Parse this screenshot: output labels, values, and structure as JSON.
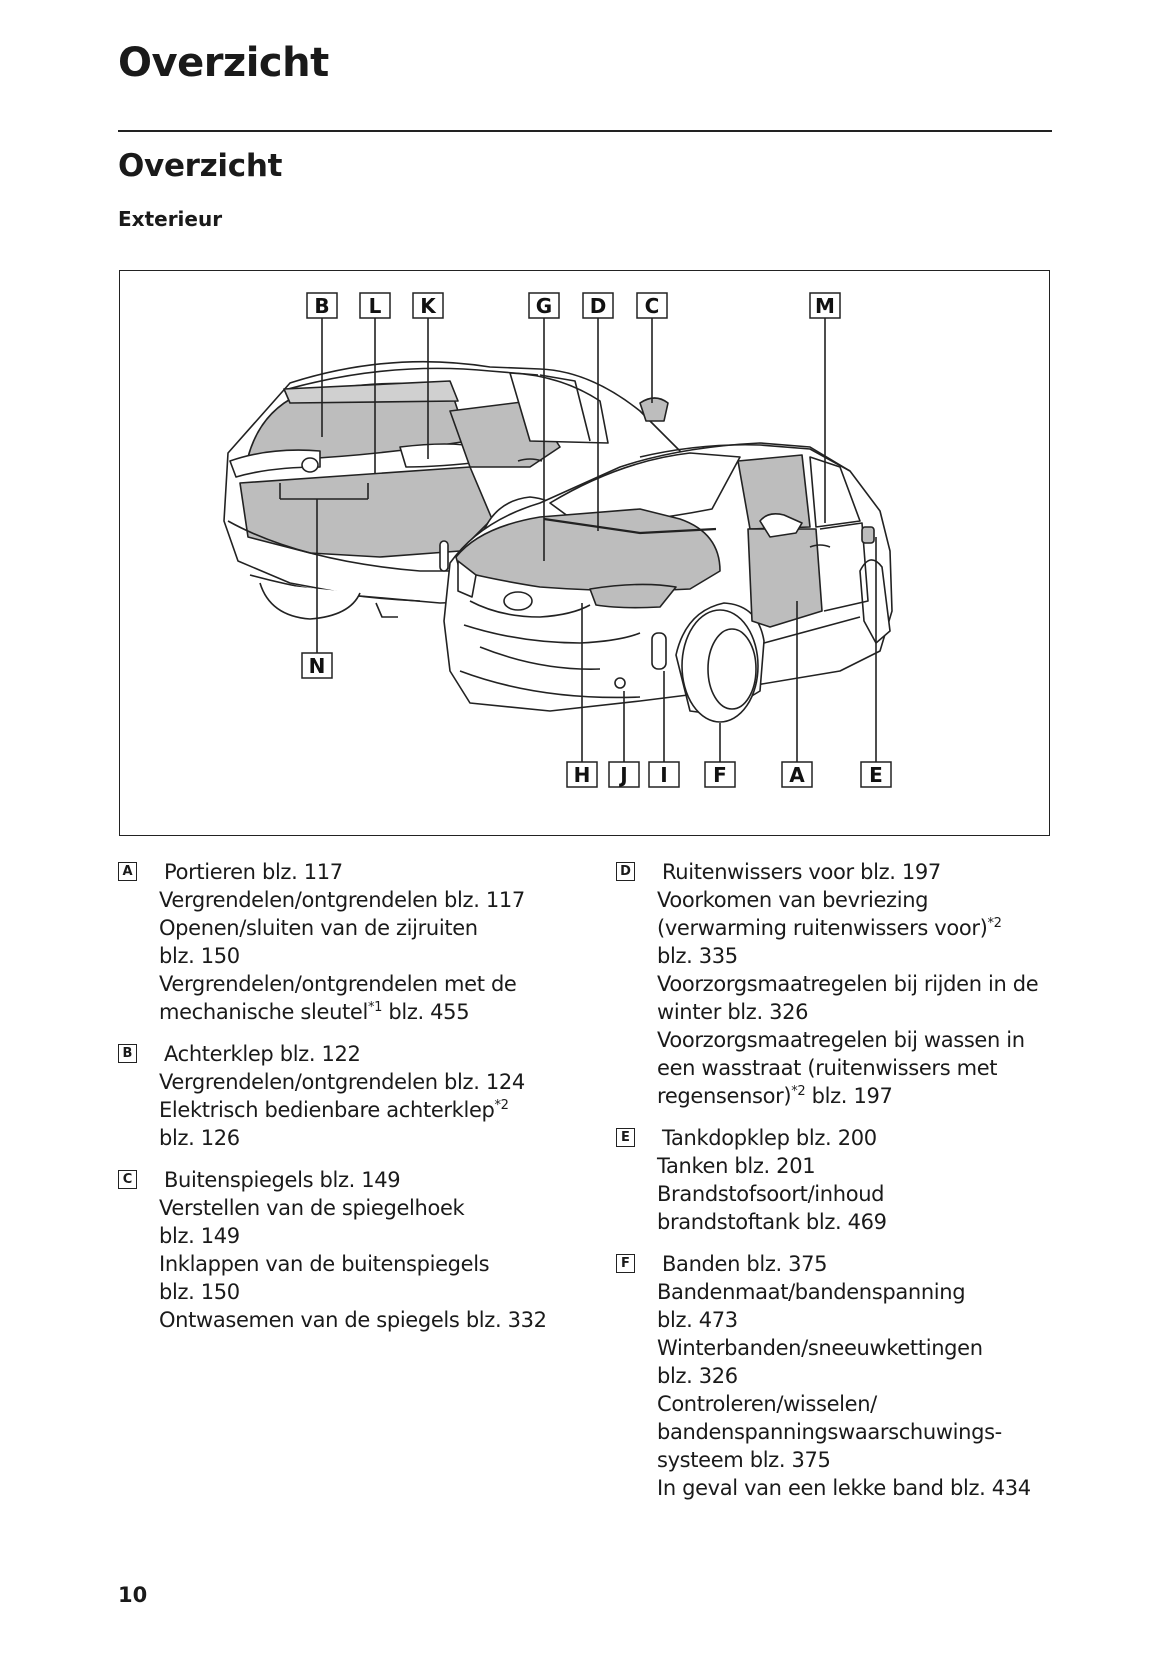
{
  "header": {
    "title": "Overzicht"
  },
  "section": {
    "title": "Overzicht",
    "subtitle": "Exterieur"
  },
  "figure": {
    "callouts_top": [
      "B",
      "L",
      "K",
      "G",
      "D",
      "C",
      "M"
    ],
    "callouts_middle": [
      "N"
    ],
    "callouts_bottom": [
      "H",
      "J",
      "I",
      "F",
      "A",
      "E"
    ]
  },
  "entries_left": [
    {
      "badge": "A",
      "lines": [
        "Portieren blz. 117",
        "Vergrendelen/ontgrendelen blz. 117",
        "Openen/sluiten van de zijruiten",
        "blz. 150",
        "Vergrendelen/ontgrendelen met de",
        "mechanische sleutel",
        "*1",
        " blz. 455"
      ]
    },
    {
      "badge": "B",
      "lines": [
        "Achterklep blz. 122",
        "Vergrendelen/ontgrendelen blz. 124",
        "Elektrisch bedienbare achterklep",
        "*2",
        "blz. 126"
      ]
    },
    {
      "badge": "C",
      "lines": [
        "Buitenspiegels blz. 149",
        "Verstellen van de spiegelhoek",
        "blz. 149",
        "Inklappen van de buitenspiegels",
        "blz. 150",
        "Ontwasemen van de spiegels blz. 332"
      ]
    }
  ],
  "entries_right": [
    {
      "badge": "D",
      "lines": [
        "Ruitenwissers voor blz. 197",
        "Voorkomen van bevriezing",
        "(verwarming ruitenwissers voor)",
        "*2",
        "blz. 335",
        "Voorzorgsmaatregelen bij rijden in de",
        "winter blz. 326",
        "Voorzorgsmaatregelen bij wassen in",
        "een wasstraat (ruitenwissers met",
        "regensensor)",
        "*2",
        " blz. 197"
      ]
    },
    {
      "badge": "E",
      "lines": [
        "Tankdopklep blz. 200",
        "Tanken blz. 201",
        "Brandstofsoort/inhoud",
        "brandstoftank blz. 469"
      ]
    },
    {
      "badge": "F",
      "lines": [
        "Banden blz. 375",
        "Bandenmaat/bandenspanning",
        "blz. 473",
        "Winterbanden/sneeuwkettingen",
        "blz. 326",
        "Controleren/wisselen/",
        "bandenspanningswaarschuwings-",
        "systeem blz. 375",
        "In geval van een lekke band blz. 434"
      ]
    }
  ],
  "page_number": "10"
}
